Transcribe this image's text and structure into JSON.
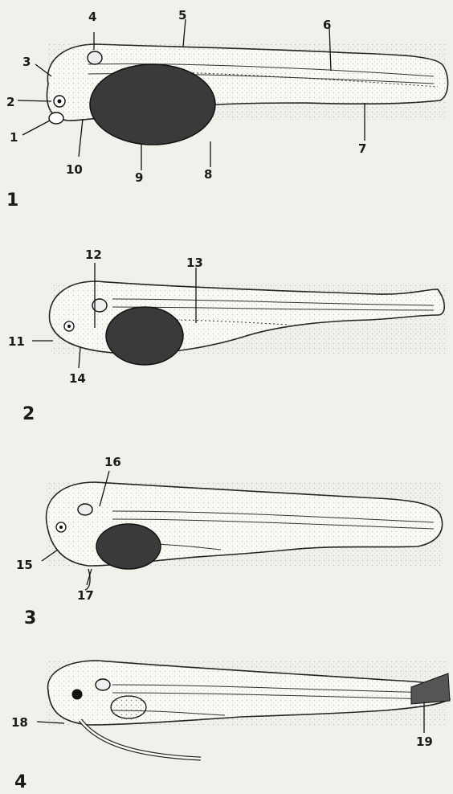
{
  "figure": {
    "panels": [
      {
        "number": "1",
        "labels": [
          "1",
          "2",
          "3",
          "4",
          "5",
          "6",
          "7",
          "8",
          "9",
          "10"
        ]
      },
      {
        "number": "2",
        "labels": [
          "11",
          "12",
          "13",
          "14"
        ]
      },
      {
        "number": "3",
        "labels": [
          "15",
          "16",
          "17"
        ]
      },
      {
        "number": "4",
        "labels": [
          "18",
          "19"
        ]
      }
    ]
  },
  "colors": {
    "background": "#f2f0ea",
    "ink": "#1a1a1a",
    "yolk": "#3a3a3a",
    "body": "#faf9f4"
  }
}
